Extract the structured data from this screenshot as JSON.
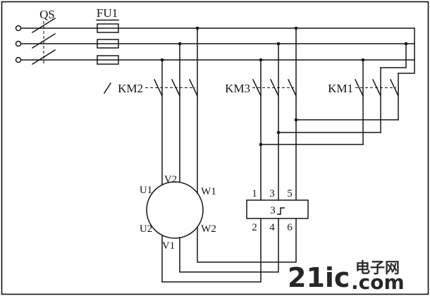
{
  "components": {
    "disconnect_switch": "QS",
    "fuse": "FU1",
    "contactor_main": "KM2",
    "contactor_star": "KM3",
    "contactor_delta": "KM1"
  },
  "motor_terminals": {
    "u1": "U1",
    "v2": "V2",
    "w1": "W1",
    "u2": "U2",
    "v1": "V1",
    "w2": "W2"
  },
  "terminal_block": {
    "top": [
      "1",
      "3",
      "5"
    ],
    "bottom": [
      "2",
      "4",
      "6"
    ],
    "inner_label": "3"
  },
  "watermark": {
    "brand": "21ic",
    "domain_suffix": ".com",
    "site_name": "电子网",
    "brand_color": "#df2318",
    "site_color": "#9c9c9c"
  }
}
